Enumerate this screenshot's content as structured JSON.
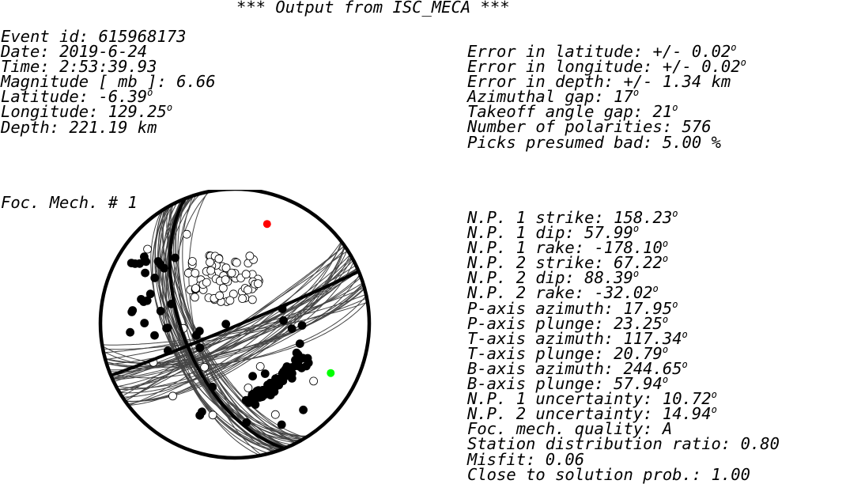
{
  "title": "*** Output from ISC_MECA ***",
  "event_info": [
    {
      "label": "Event id",
      "value": "615968173",
      "unit": ""
    },
    {
      "label": "Date",
      "value": "2019-6-24",
      "unit": ""
    },
    {
      "label": "Time",
      "value": "2:53:39.93",
      "unit": ""
    },
    {
      "label": "Magnitude [ mb ]",
      "value": "6.66",
      "unit": ""
    },
    {
      "label": "Latitude",
      "value": "-6.39",
      "unit": "o"
    },
    {
      "label": "Longitude",
      "value": "129.25",
      "unit": "o"
    },
    {
      "label": "Depth",
      "value": "221.19 km",
      "unit": ""
    }
  ],
  "quality_info": [
    {
      "label": "Error in latitude",
      "value": "+/- 0.02",
      "unit": "o"
    },
    {
      "label": "Error in longitude",
      "value": "+/- 0.02",
      "unit": "o"
    },
    {
      "label": "Error in depth",
      "value": "+/- 1.34 km",
      "unit": ""
    },
    {
      "label": "Azimuthal gap",
      "value": "17",
      "unit": "o"
    },
    {
      "label": "Takeoff angle gap",
      "value": "21",
      "unit": "o"
    },
    {
      "label": "Number of polarities",
      "value": "576",
      "unit": ""
    },
    {
      "label": "Picks presumed bad",
      "value": "5.00 %",
      "unit": ""
    }
  ],
  "foc_mech_title": "Foc. Mech. # 1",
  "mechanism_info": [
    {
      "label": "N.P. 1 strike",
      "value": "158.23",
      "unit": "o"
    },
    {
      "label": "N.P. 1 dip",
      "value": "57.99",
      "unit": "o"
    },
    {
      "label": "N.P. 1 rake",
      "value": "-178.10",
      "unit": "o"
    },
    {
      "label": "N.P. 2 strike",
      "value": "67.22",
      "unit": "o"
    },
    {
      "label": "N.P. 2 dip",
      "value": "88.39",
      "unit": "o"
    },
    {
      "label": "N.P. 2 rake",
      "value": "-32.02",
      "unit": "o"
    },
    {
      "label": "P-axis azimuth",
      "value": "17.95",
      "unit": "o"
    },
    {
      "label": "P-axis plunge",
      "value": "23.25",
      "unit": "o"
    },
    {
      "label": "T-axis azimuth",
      "value": "117.34",
      "unit": "o"
    },
    {
      "label": "T-axis plunge",
      "value": "20.79",
      "unit": "o"
    },
    {
      "label": "B-axis azimuth",
      "value": "244.65",
      "unit": "o"
    },
    {
      "label": "B-axis plunge",
      "value": "57.94",
      "unit": "o"
    },
    {
      "label": "N.P. 1 uncertainty",
      "value": "10.72",
      "unit": "o"
    },
    {
      "label": "N.P. 2 uncertainty",
      "value": "14.94",
      "unit": "o"
    },
    {
      "label": "Foc. mech. quality",
      "value": "A",
      "unit": ""
    },
    {
      "label": "Station distribution ratio",
      "value": "0.80",
      "unit": ""
    },
    {
      "label": "Misfit",
      "value": "0.06",
      "unit": ""
    },
    {
      "label": "Close to solution prob.",
      "value": "1.00",
      "unit": ""
    }
  ],
  "beachball": {
    "strike": 158.23,
    "dip": 57.99,
    "plane2_strike": 67.22,
    "plane2_dip": 88.39,
    "p_axis": {
      "azimuth": 17.95,
      "plunge": 23.25,
      "color": "#ff0000"
    },
    "t_axis": {
      "azimuth": 117.34,
      "plunge": 20.79,
      "color": "#00ff00"
    },
    "colors": {
      "outline": "#000000",
      "planes": "#000000",
      "solutions": "#444444",
      "compression": "#000000",
      "dilatation": "#ffffff"
    }
  }
}
